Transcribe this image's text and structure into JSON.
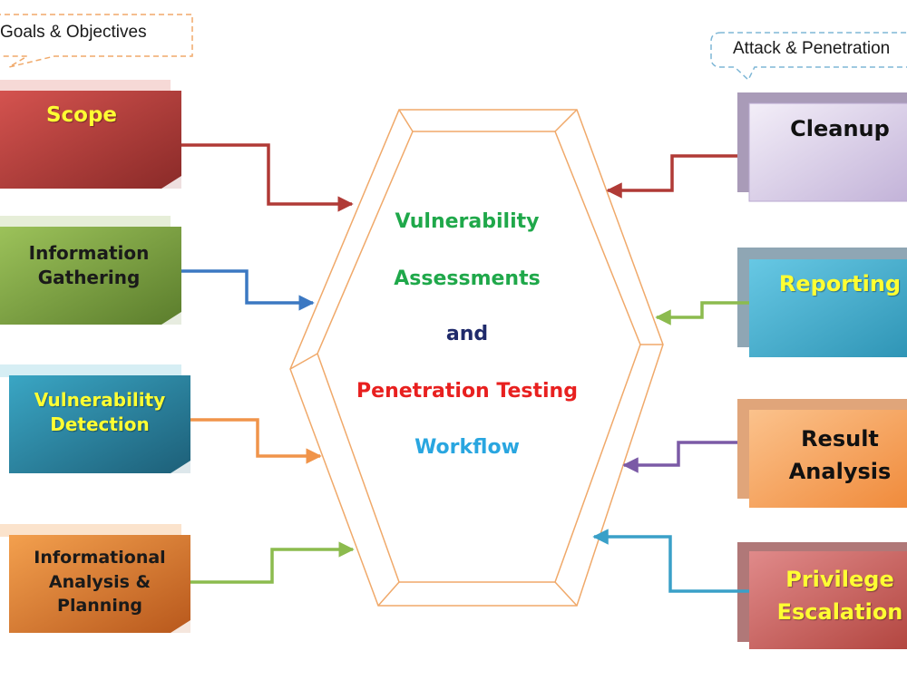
{
  "callouts": {
    "left": "Goals & Objectives",
    "right": "Attack & Penetration"
  },
  "center": {
    "line1": "Vulnerability",
    "line2": "Assessments",
    "line3": "and",
    "line4": "Penetration Testing",
    "line5": "Workflow"
  },
  "left_steps": [
    {
      "line1": "Scope"
    },
    {
      "line1": "Information",
      "line2": "Gathering"
    },
    {
      "line1": "Vulnerability",
      "line2": "Detection"
    },
    {
      "line1": "Informational",
      "line2": "Analysis &",
      "line3": "Planning"
    }
  ],
  "right_steps": [
    {
      "line1": "Cleanup"
    },
    {
      "line1": "Reporting"
    },
    {
      "line1": "Result",
      "line2": "Analysis"
    },
    {
      "line1": "Privilege",
      "line2": "Escalation"
    }
  ],
  "colors": {
    "hexagon_outline": "#f0a96a",
    "vulnerability": "#1fa84a",
    "and": "#1f2a6b",
    "penetration": "#e8201f",
    "workflow": "#29a6e0"
  }
}
